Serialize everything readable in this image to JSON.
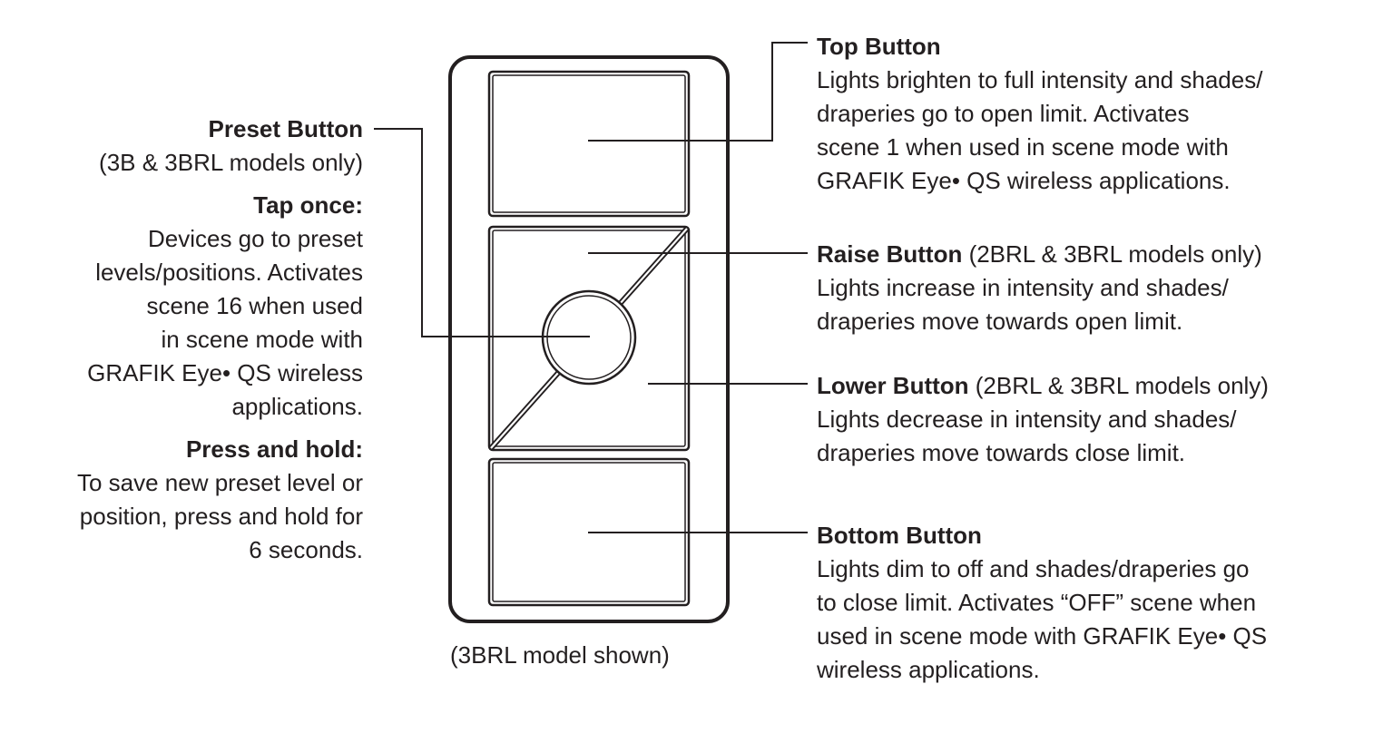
{
  "preset": {
    "title": "Preset Button",
    "subtitle": "(3B & 3BRL models only)",
    "tap_title": "Tap once:",
    "tap_lines": [
      "Devices go to preset",
      "levels/positions. Activates",
      "scene 16 when used",
      "in scene mode with",
      "GRAFIK Eye• QS wireless",
      "applications."
    ],
    "hold_title": "Press and hold:",
    "hold_lines": [
      "To save new preset level or",
      "position, press and hold for",
      "6 seconds."
    ]
  },
  "top": {
    "title": "Top Button",
    "lines": [
      "Lights brighten to full intensity and shades/",
      "draperies go to open limit. Activates",
      "scene 1 when used in scene mode with",
      "GRAFIK Eye• QS wireless applications."
    ]
  },
  "raise": {
    "title": "Raise Button",
    "qualifier": " (2BRL & 3BRL models only)",
    "lines": [
      "Lights increase in intensity and shades/",
      "draperies move towards open limit."
    ]
  },
  "lower": {
    "title": "Lower Button",
    "qualifier": " (2BRL & 3BRL models only)",
    "lines": [
      "Lights decrease in intensity and shades/",
      "draperies move towards close limit."
    ]
  },
  "bottom": {
    "title": "Bottom Button",
    "lines": [
      "Lights dim to off and shades/draperies go",
      "to close limit. Activates “OFF” scene when",
      "used in scene mode with GRAFIK Eye• QS",
      "wireless applications."
    ]
  },
  "caption": "(3BRL model shown)",
  "colors": {
    "ink": "#231f20",
    "background": "#ffffff"
  }
}
